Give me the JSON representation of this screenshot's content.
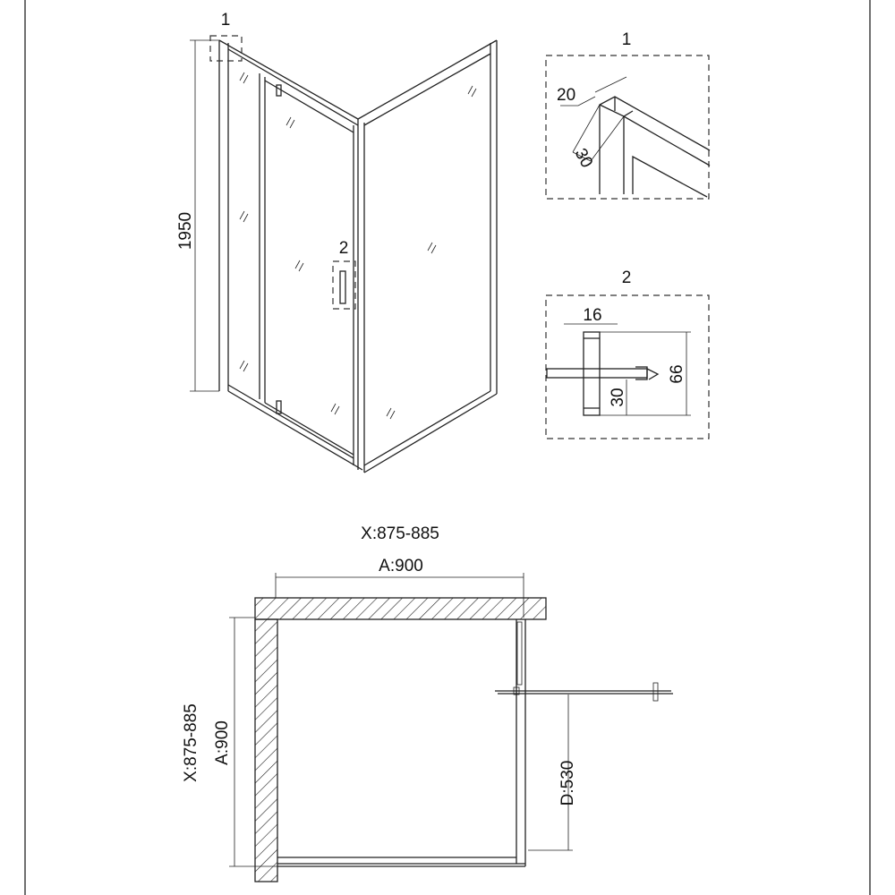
{
  "perspective": {
    "height_label": "1950",
    "callout_1": "1",
    "callout_2": "2"
  },
  "detail_1": {
    "title": "1",
    "dim_width": "20",
    "dim_depth": "30"
  },
  "detail_2": {
    "title": "2",
    "dim_width": "16",
    "dim_height": "66",
    "dim_offset": "30"
  },
  "plan": {
    "x_range_top": "X:875-885",
    "a_top": "A:900",
    "x_range_left": "X:875-885",
    "a_left": "A:900",
    "door_opening": "D:530"
  }
}
